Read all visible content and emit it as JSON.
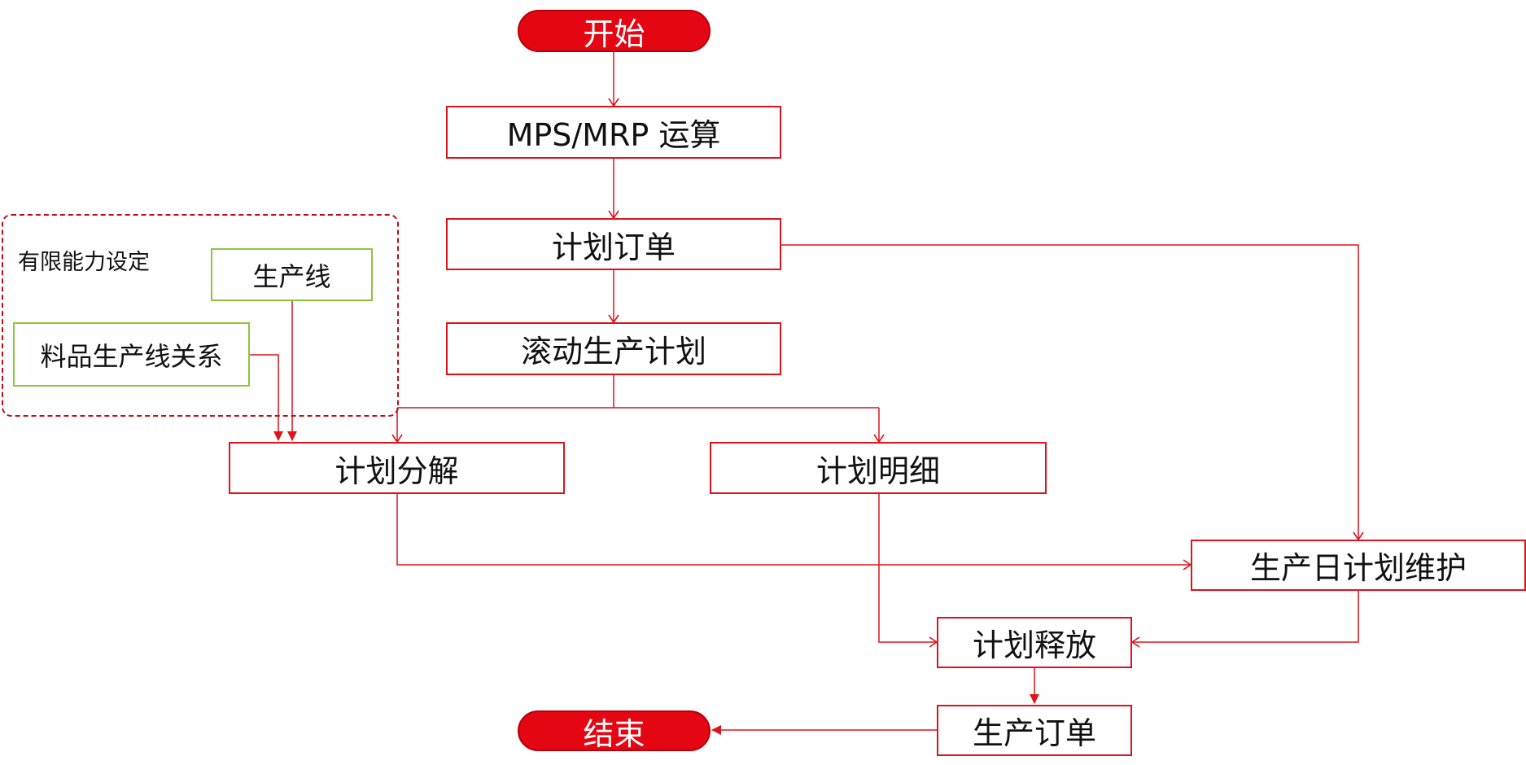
{
  "diagram": {
    "nodes": {
      "start": "开始",
      "mps_mrp": "MPS/MRP 运算",
      "plan_order": "计划订单",
      "rolling_plan": "滚动生产计划",
      "plan_decompose": "计划分解",
      "plan_detail": "计划明细",
      "daily_plan": "生产日计划维护",
      "plan_release": "计划释放",
      "production_order": "生产订单",
      "end": "结束"
    },
    "capacity_group": {
      "label": "有限能力设定",
      "production_line": "生产线",
      "item_line_relation": "料品生产线关系"
    },
    "colors": {
      "accent": "#e0121c",
      "terminal_fill": "#e40613",
      "group_border": "#c00d16",
      "green_border": "#8cc63f"
    }
  }
}
